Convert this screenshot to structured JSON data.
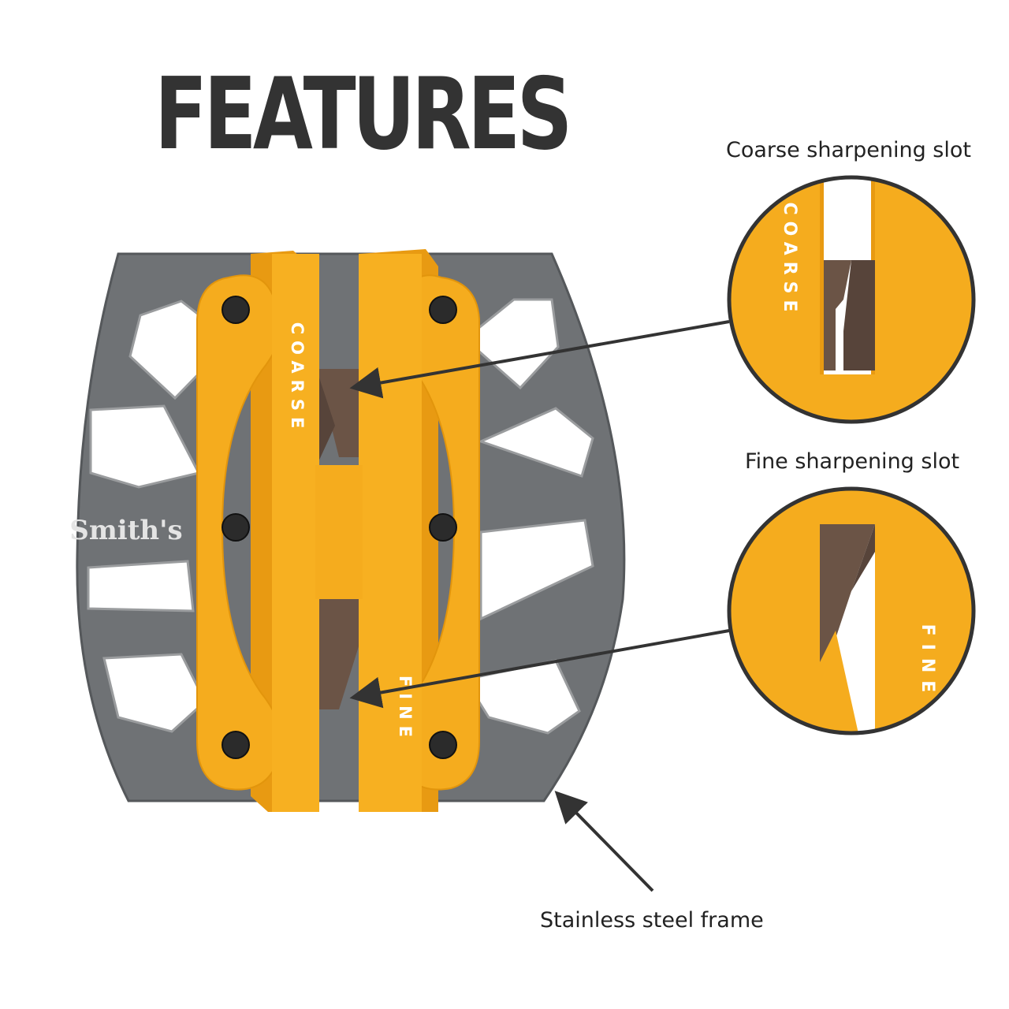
{
  "title": "FEATURES",
  "callouts": {
    "coarse": "Coarse sharpening slot",
    "fine": "Fine sharpening slot",
    "frame": "Stainless steel frame"
  },
  "product": {
    "brand_logo": "Smith's",
    "coarse_slot_label": "COARSE",
    "fine_slot_label": "FINE"
  },
  "colors": {
    "frame": "#6f7275",
    "handle": "#f5ac1e",
    "stone": "#6b5446",
    "text": "#333333"
  }
}
